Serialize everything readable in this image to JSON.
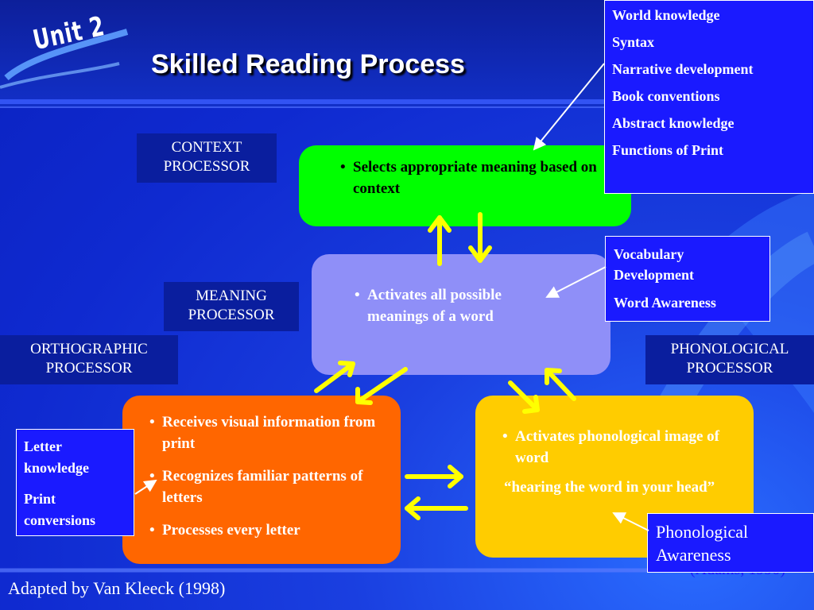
{
  "unit_label": "Unit 2",
  "title": "Skilled Reading Process",
  "processors": {
    "context": "CONTEXT PROCESSOR",
    "meaning": "MEANING PROCESSOR",
    "orthographic": "ORTHOGRAPHIC PROCESSOR",
    "phonological": "PHONOLOGICAL PROCESSOR"
  },
  "context_box": {
    "items": [
      "Selects appropriate meaning based on context"
    ]
  },
  "meaning_box": {
    "items": [
      "Activates all possible meanings of a word"
    ]
  },
  "orthographic_box": {
    "items": [
      "Receives visual information from print",
      "Recognizes familiar patterns of letters",
      "Processes every letter"
    ]
  },
  "phonological_box": {
    "items": [
      "Activates phonological image of word"
    ],
    "quote": "“hearing the word in your head”"
  },
  "callouts": {
    "context_skills": [
      "World knowledge",
      "Syntax",
      "Narrative development",
      "Book conventions",
      "Abstract knowledge",
      "Functions of Print"
    ],
    "meaning_skills": [
      "Vocabulary Development",
      "Word Awareness"
    ],
    "orthographic_skills": [
      "Letter knowledge",
      "Print conversions"
    ],
    "phonological_skill": "Phonological Awareness"
  },
  "partial_citation": "(Adams, 1990)",
  "footer": "Adapted by Van Kleeck (1998)",
  "colors": {
    "background": "#1230c8",
    "context_box": "#00ff00",
    "meaning_box": "#8f8ff8",
    "orthographic_box": "#ff6600",
    "phonological_box": "#ffcc00",
    "arrows": "#ffff00",
    "label_bg": "#0a1e9e",
    "callout_bg": "#1a1aff"
  }
}
